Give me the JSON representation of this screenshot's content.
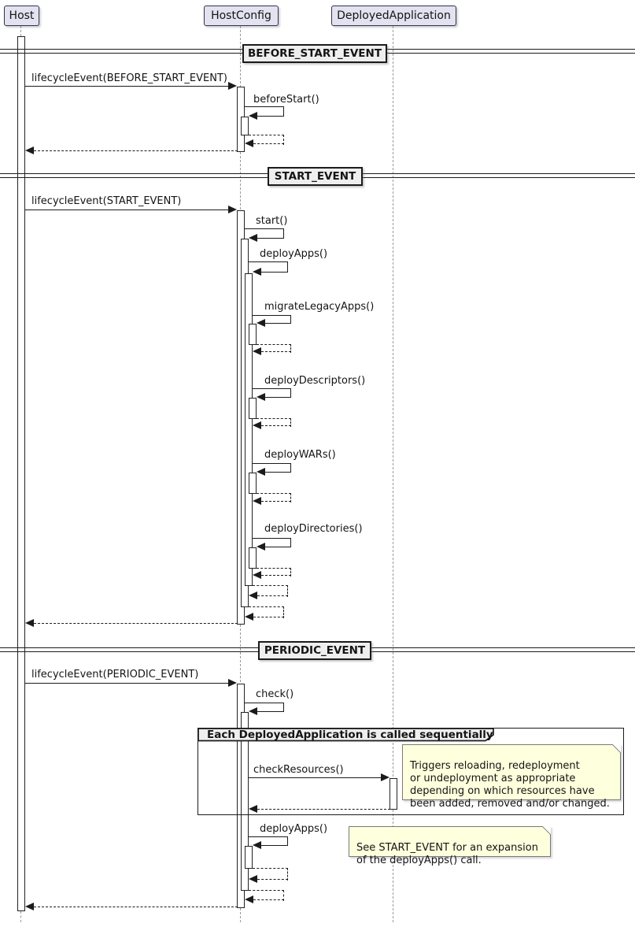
{
  "diagram": {
    "participants": [
      {
        "name": "Host"
      },
      {
        "name": "HostConfig"
      },
      {
        "name": "DeployedApplication"
      }
    ],
    "dividers": [
      "BEFORE_START_EVENT",
      "START_EVENT",
      "PERIODIC_EVENT"
    ],
    "messages": {
      "lifecycle_before": "lifecycleEvent(BEFORE_START_EVENT)",
      "before_start": "beforeStart()",
      "lifecycle_start": "lifecycleEvent(START_EVENT)",
      "start": "start()",
      "deploy_apps": "deployApps()",
      "migrate_legacy_apps": "migrateLegacyApps()",
      "deploy_descriptors": "deployDescriptors()",
      "deploy_wars": "deployWARs()",
      "deploy_directories": "deployDirectories()",
      "lifecycle_periodic": "lifecycleEvent(PERIODIC_EVENT)",
      "check": "check()",
      "check_resources": "checkResources()",
      "deploy_apps_periodic": "deployApps()"
    },
    "group_label": "Each DeployedApplication is called sequentially",
    "notes": {
      "check_resources_note": "Triggers reloading, redeployment\nor undeployment as appropriate\ndepending on which resources have\nbeen added, removed and/or changed.",
      "deploy_apps_note": "See START_EVENT for an expansion\nof the deployApps() call."
    },
    "colors": {
      "participant_fill": "#E2E2F0",
      "divider_fill": "#EEEEEE",
      "note_fill": "#FEFFDD",
      "line": "#1B1B1B",
      "lifeline": "#9A9A9A"
    }
  }
}
